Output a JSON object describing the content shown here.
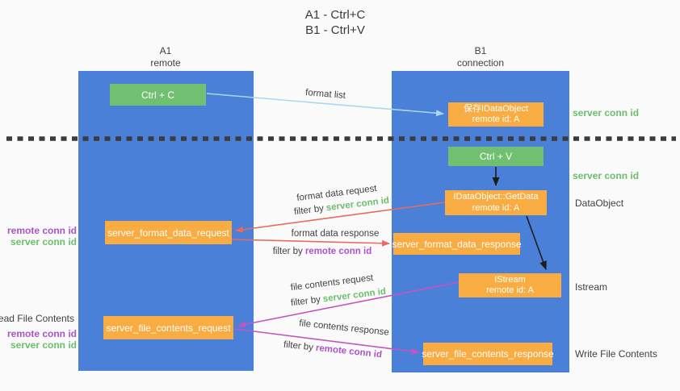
{
  "title": {
    "line1": "A1 - Ctrl+C",
    "line2": "B1 - Ctrl+V"
  },
  "lanes": {
    "a1": {
      "title": "A1",
      "subtitle": "remote"
    },
    "b1": {
      "title": "B1",
      "subtitle": "connection"
    }
  },
  "nodes": {
    "ctrl_c": {
      "label": "Ctrl + C"
    },
    "save_idataobject": {
      "line1": "保存IDataObject",
      "line2": "remote id: A"
    },
    "ctrl_v": {
      "label": "Ctrl + V"
    },
    "getdata": {
      "line1": "IDataObject::GetData",
      "line2": "remote id: A"
    },
    "format_request": {
      "label": "server_format_data_request"
    },
    "format_response": {
      "label": "server_format_data_response"
    },
    "istream": {
      "line1": "IStream",
      "line2": "remote id: A"
    },
    "file_request": {
      "label": "server_file_contents_request"
    },
    "file_response": {
      "label": "server_file_contents_response"
    }
  },
  "edges": {
    "format_list": {
      "label": "format list"
    },
    "format_data_request": {
      "label": "format data request",
      "filter_prefix": "filter by",
      "filter_key": "server conn id"
    },
    "format_data_response": {
      "label": "format data response",
      "filter_prefix": "filter by",
      "filter_key": "remote conn id"
    },
    "file_contents_request": {
      "label": "file contents request",
      "filter_prefix": "filter by",
      "filter_key": "server conn id"
    },
    "file_contents_response": {
      "label": "file contents response",
      "filter_prefix": "filter by",
      "filter_key": "remote conn id"
    }
  },
  "annotations": {
    "right": {
      "server_conn_id_top": "server conn id",
      "server_conn_id_mid": "server conn id",
      "dataobject": "DataObject",
      "istream": "Istream",
      "write_file_contents": "Write File Contents"
    },
    "left": {
      "remote_conn_id_top": "remote conn id",
      "server_conn_id_top": "server conn id",
      "read_file_contents": "Read File Contents",
      "remote_conn_id_bottom": "remote conn id",
      "server_conn_id_bottom": "server conn id"
    }
  },
  "colors": {
    "lane_blue": "#4a80d8",
    "node_green": "#71bf71",
    "node_orange": "#f8ac42",
    "arrow_light_blue": "#a9d7f3",
    "arrow_red": "#ea6a5e",
    "arrow_magenta": "#c455c0",
    "arrow_black": "#1c1c1c",
    "divider_dark": "#3b3b3b",
    "text_green": "#6cbe6c",
    "text_purple": "#ab53cb",
    "text_dark": "#3f3f3f",
    "background": "#fafafa"
  }
}
